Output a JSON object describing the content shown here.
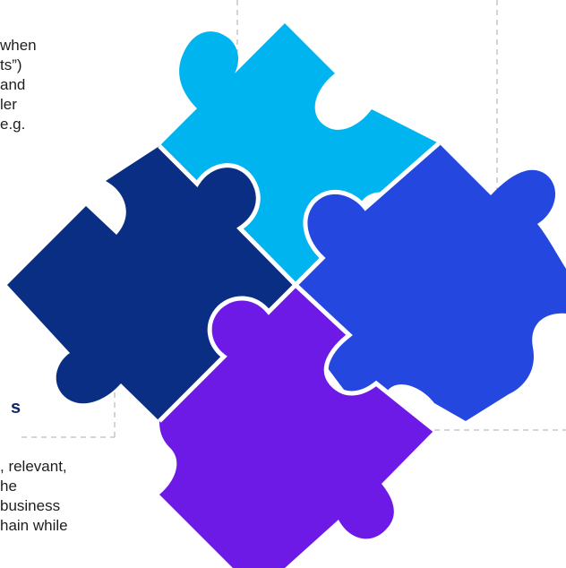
{
  "top_left_text": [
    " when",
    "ts”)",
    " and",
    "ler",
    " e.g."
  ],
  "bottom_left_heading": "s",
  "bottom_left_text": [
    ", relevant,",
    "he",
    " business",
    "hain while"
  ],
  "colors": {
    "top_piece": "#00B4F0",
    "right_piece": "#2447E0",
    "left_piece": "#0A2E84",
    "bottom_piece": "#6D1AE6",
    "connector_line": "#BDBDBD",
    "heading": "#0B2B6B"
  }
}
